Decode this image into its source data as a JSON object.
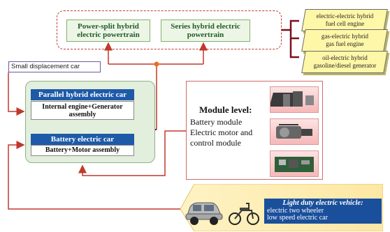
{
  "top": {
    "power_split": "Power-split hybrid\nelectric powertrain",
    "series": "Series hybrid electric\npowertrain"
  },
  "hybrid_cards": [
    {
      "label": "electric-electric hybrid\nfuel cell engine"
    },
    {
      "label": "gas-electric  hybrid\ngas fuel engine"
    },
    {
      "label": "oil-electric hybrid\ngasoline/diesel generator"
    }
  ],
  "small_car": "Small displacement car",
  "parallel": {
    "title": "Parallel hybrid electric car",
    "subtitle": "Internal engine+Generator\nassembly"
  },
  "battery": {
    "title": "Battery electric car",
    "subtitle": "Battery+Motor assembly"
  },
  "module": {
    "title": "Module level:",
    "lines": [
      "Battery module",
      "Electric motor and",
      "control module"
    ]
  },
  "light_duty": {
    "title": "Light duty electric vehicle:",
    "lines": [
      "electric two wheeler",
      "low speed electric car"
    ]
  },
  "colors": {
    "accent_red": "#c0392b",
    "dark_red": "#7a0f1f",
    "blue": "#1e5aa8",
    "green_bg": "#e2efdc",
    "yellow": "#fff7a8",
    "orange_dot": "#e8701a"
  }
}
